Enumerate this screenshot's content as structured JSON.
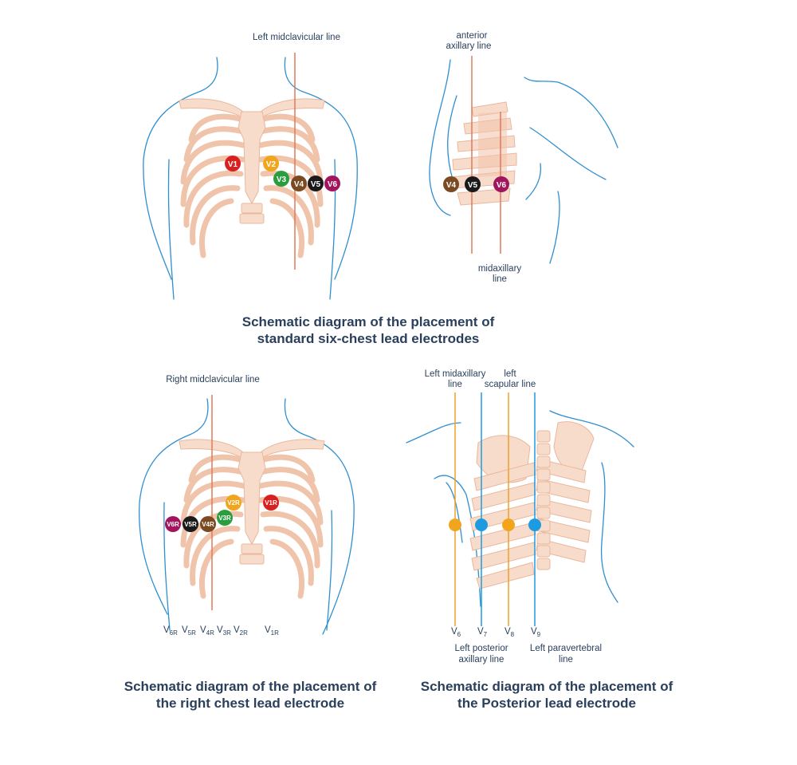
{
  "panel1": {
    "line_label": "Left midclavicular line",
    "electrodes": [
      {
        "label": "V1",
        "color": "#d9201f"
      },
      {
        "label": "V2",
        "color": "#f1a51d"
      },
      {
        "label": "V3",
        "color": "#2a9d3f"
      },
      {
        "label": "V4",
        "color": "#7a4a22"
      },
      {
        "label": "V5",
        "color": "#1a1a1a"
      },
      {
        "label": "V6",
        "color": "#a2155e"
      }
    ],
    "caption_line1": "Schematic diagram of the placement of",
    "caption_line2": "standard six-chest lead electrodes"
  },
  "panel2": {
    "anterior_line1": "anterior",
    "anterior_line2": "axillary line",
    "mid_line1": "midaxillary",
    "mid_line2": "line",
    "electrodes": [
      {
        "label": "V4",
        "color": "#7a4a22"
      },
      {
        "label": "V5",
        "color": "#1a1a1a"
      },
      {
        "label": "V6",
        "color": "#a2155e"
      }
    ]
  },
  "panel3": {
    "line_label": "Right midclavicular line",
    "electrodes": [
      {
        "label": "V6R",
        "color": "#a2155e"
      },
      {
        "label": "V5R",
        "color": "#1a1a1a"
      },
      {
        "label": "V4R",
        "color": "#7a4a22"
      },
      {
        "label": "V3R",
        "color": "#2a9d3f"
      },
      {
        "label": "V2R",
        "color": "#f1a51d"
      },
      {
        "label": "V1R",
        "color": "#d9201f"
      }
    ],
    "bottom_labels": [
      {
        "main": "V",
        "sub": "6R"
      },
      {
        "main": "V",
        "sub": "5R"
      },
      {
        "main": "V",
        "sub": "4R"
      },
      {
        "main": "V",
        "sub": "3R"
      },
      {
        "main": "V",
        "sub": "2R"
      },
      {
        "main": "V",
        "sub": "1R"
      }
    ],
    "caption_line1": "Schematic diagram of the placement of",
    "caption_line2": "the right chest lead electrode"
  },
  "panel4": {
    "midaxillary_line1": "Left midaxillary",
    "midaxillary_line2": "line",
    "scapular_line1": "left",
    "scapular_line2": "scapular line",
    "posterior_axillary_line1": "Left posterior",
    "posterior_axillary_line2": "axillary line",
    "paravertebral_line1": "Left paravertebral",
    "paravertebral_line2": "line",
    "bottom_labels": [
      {
        "main": "V",
        "sub": "6"
      },
      {
        "main": "V",
        "sub": "7"
      },
      {
        "main": "V",
        "sub": "8"
      },
      {
        "main": "V",
        "sub": "9"
      }
    ],
    "dot_colors": [
      "#f1a51d",
      "#1e9be0",
      "#f1a51d",
      "#1e9be0"
    ],
    "caption_line1": "Schematic diagram of the placement of",
    "caption_line2": "the Posterior lead electrode"
  }
}
